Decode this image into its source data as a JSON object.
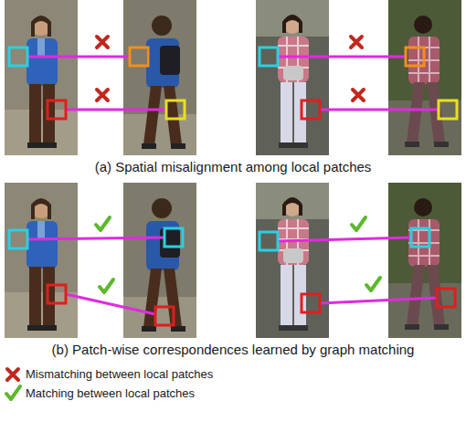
{
  "diagram": {
    "labels": [
      "(a) Spatial misalignment among local patches",
      "(b) Patch-wise correspondences learned by graph matching"
    ],
    "legend": [
      {
        "text": "Mismatching between local patches"
      },
      {
        "text": "Matching between local patches"
      }
    ]
  }
}
